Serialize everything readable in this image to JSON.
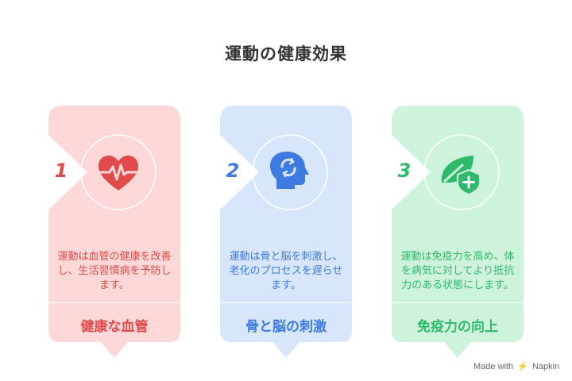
{
  "title": "運動の健康効果",
  "cards": [
    {
      "number": "1",
      "icon": "heart-pulse-icon",
      "description": "運動は血管の健康を改善し、生活習慣病を予防します。",
      "label": "健康な血管",
      "bg_color": "#fcd8d8",
      "accent_color": "#e04a4a"
    },
    {
      "number": "2",
      "icon": "brain-head-icon",
      "description": "運動は骨と脳を刺激し、老化のプロセスを遅らせます。",
      "label": "骨と脳の刺激",
      "bg_color": "#d7e6fb",
      "accent_color": "#3e7be0"
    },
    {
      "number": "3",
      "icon": "leaf-shield-icon",
      "description": "運動は免疫力を高め、体を病気に対してより抵抗力のある状態にします。",
      "label": "免疫力の向上",
      "bg_color": "#cdf3dd",
      "accent_color": "#2fb96a"
    }
  ],
  "credit": {
    "prefix": "Made with",
    "brand": "Napkin"
  }
}
